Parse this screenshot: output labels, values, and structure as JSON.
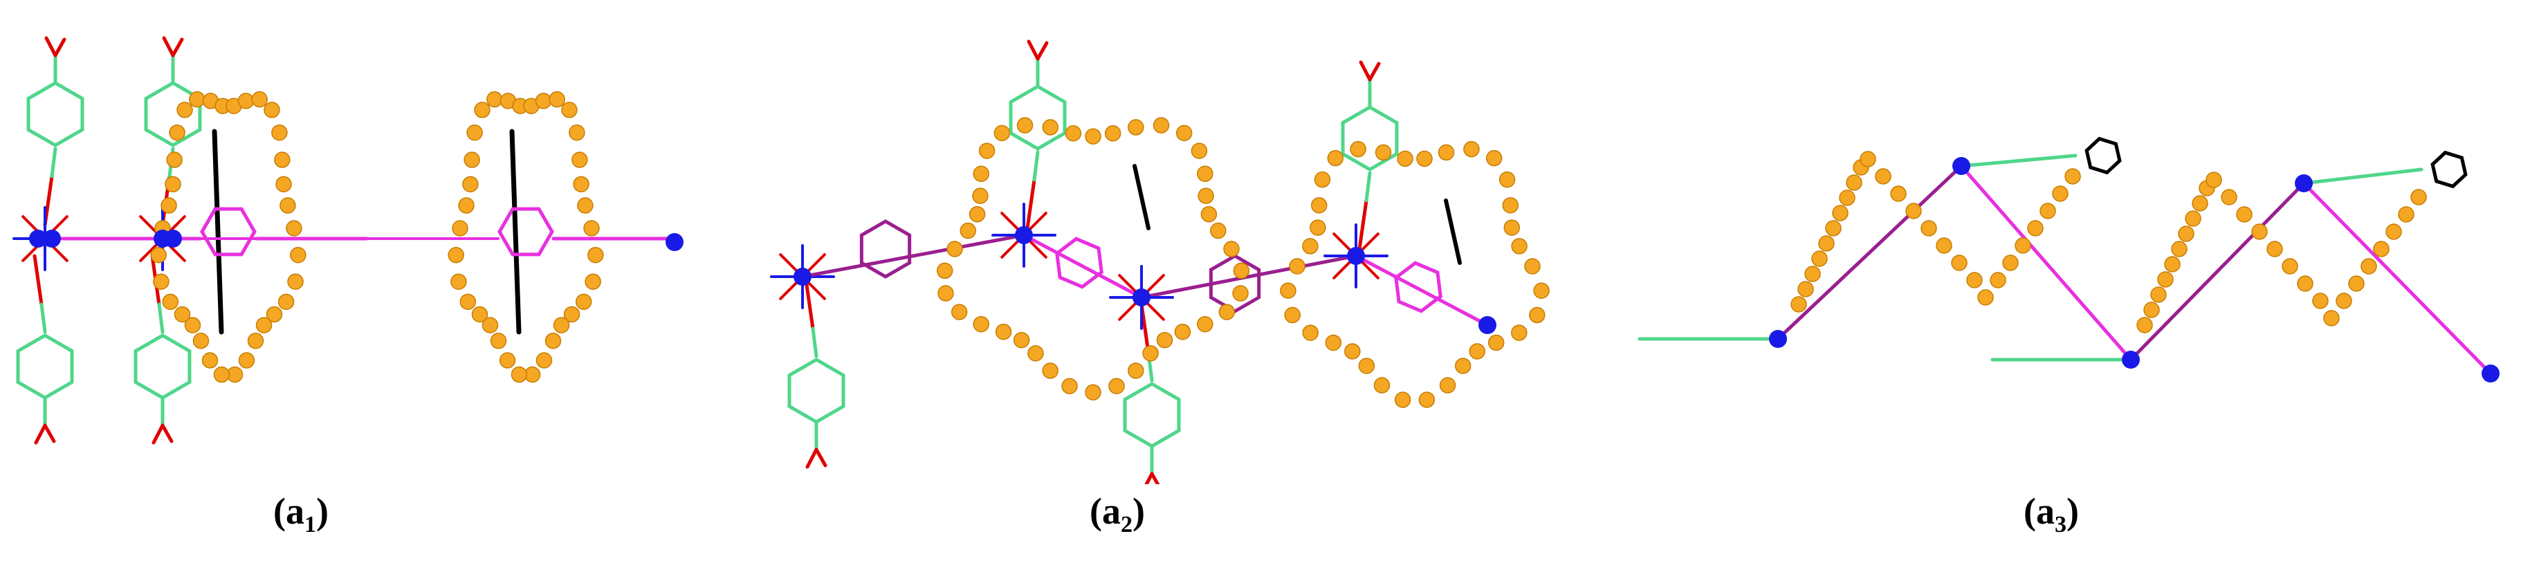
{
  "panels": [
    {
      "label_prefix": "(a",
      "label_sub": "1",
      "label_suffix": ")"
    },
    {
      "label_prefix": "(a",
      "label_sub": "2",
      "label_suffix": ")"
    },
    {
      "label_prefix": "(a",
      "label_sub": "3",
      "label_suffix": ")"
    }
  ],
  "colors": {
    "metal": "#1a1ae6",
    "macrocycle": "#f5a623",
    "oxygen_bond": "#e00000",
    "linker_green": "#4fd68a",
    "linker_magenta": "#e830e0",
    "linker_purple": "#9a1f8f",
    "guest_black": "#000000"
  }
}
